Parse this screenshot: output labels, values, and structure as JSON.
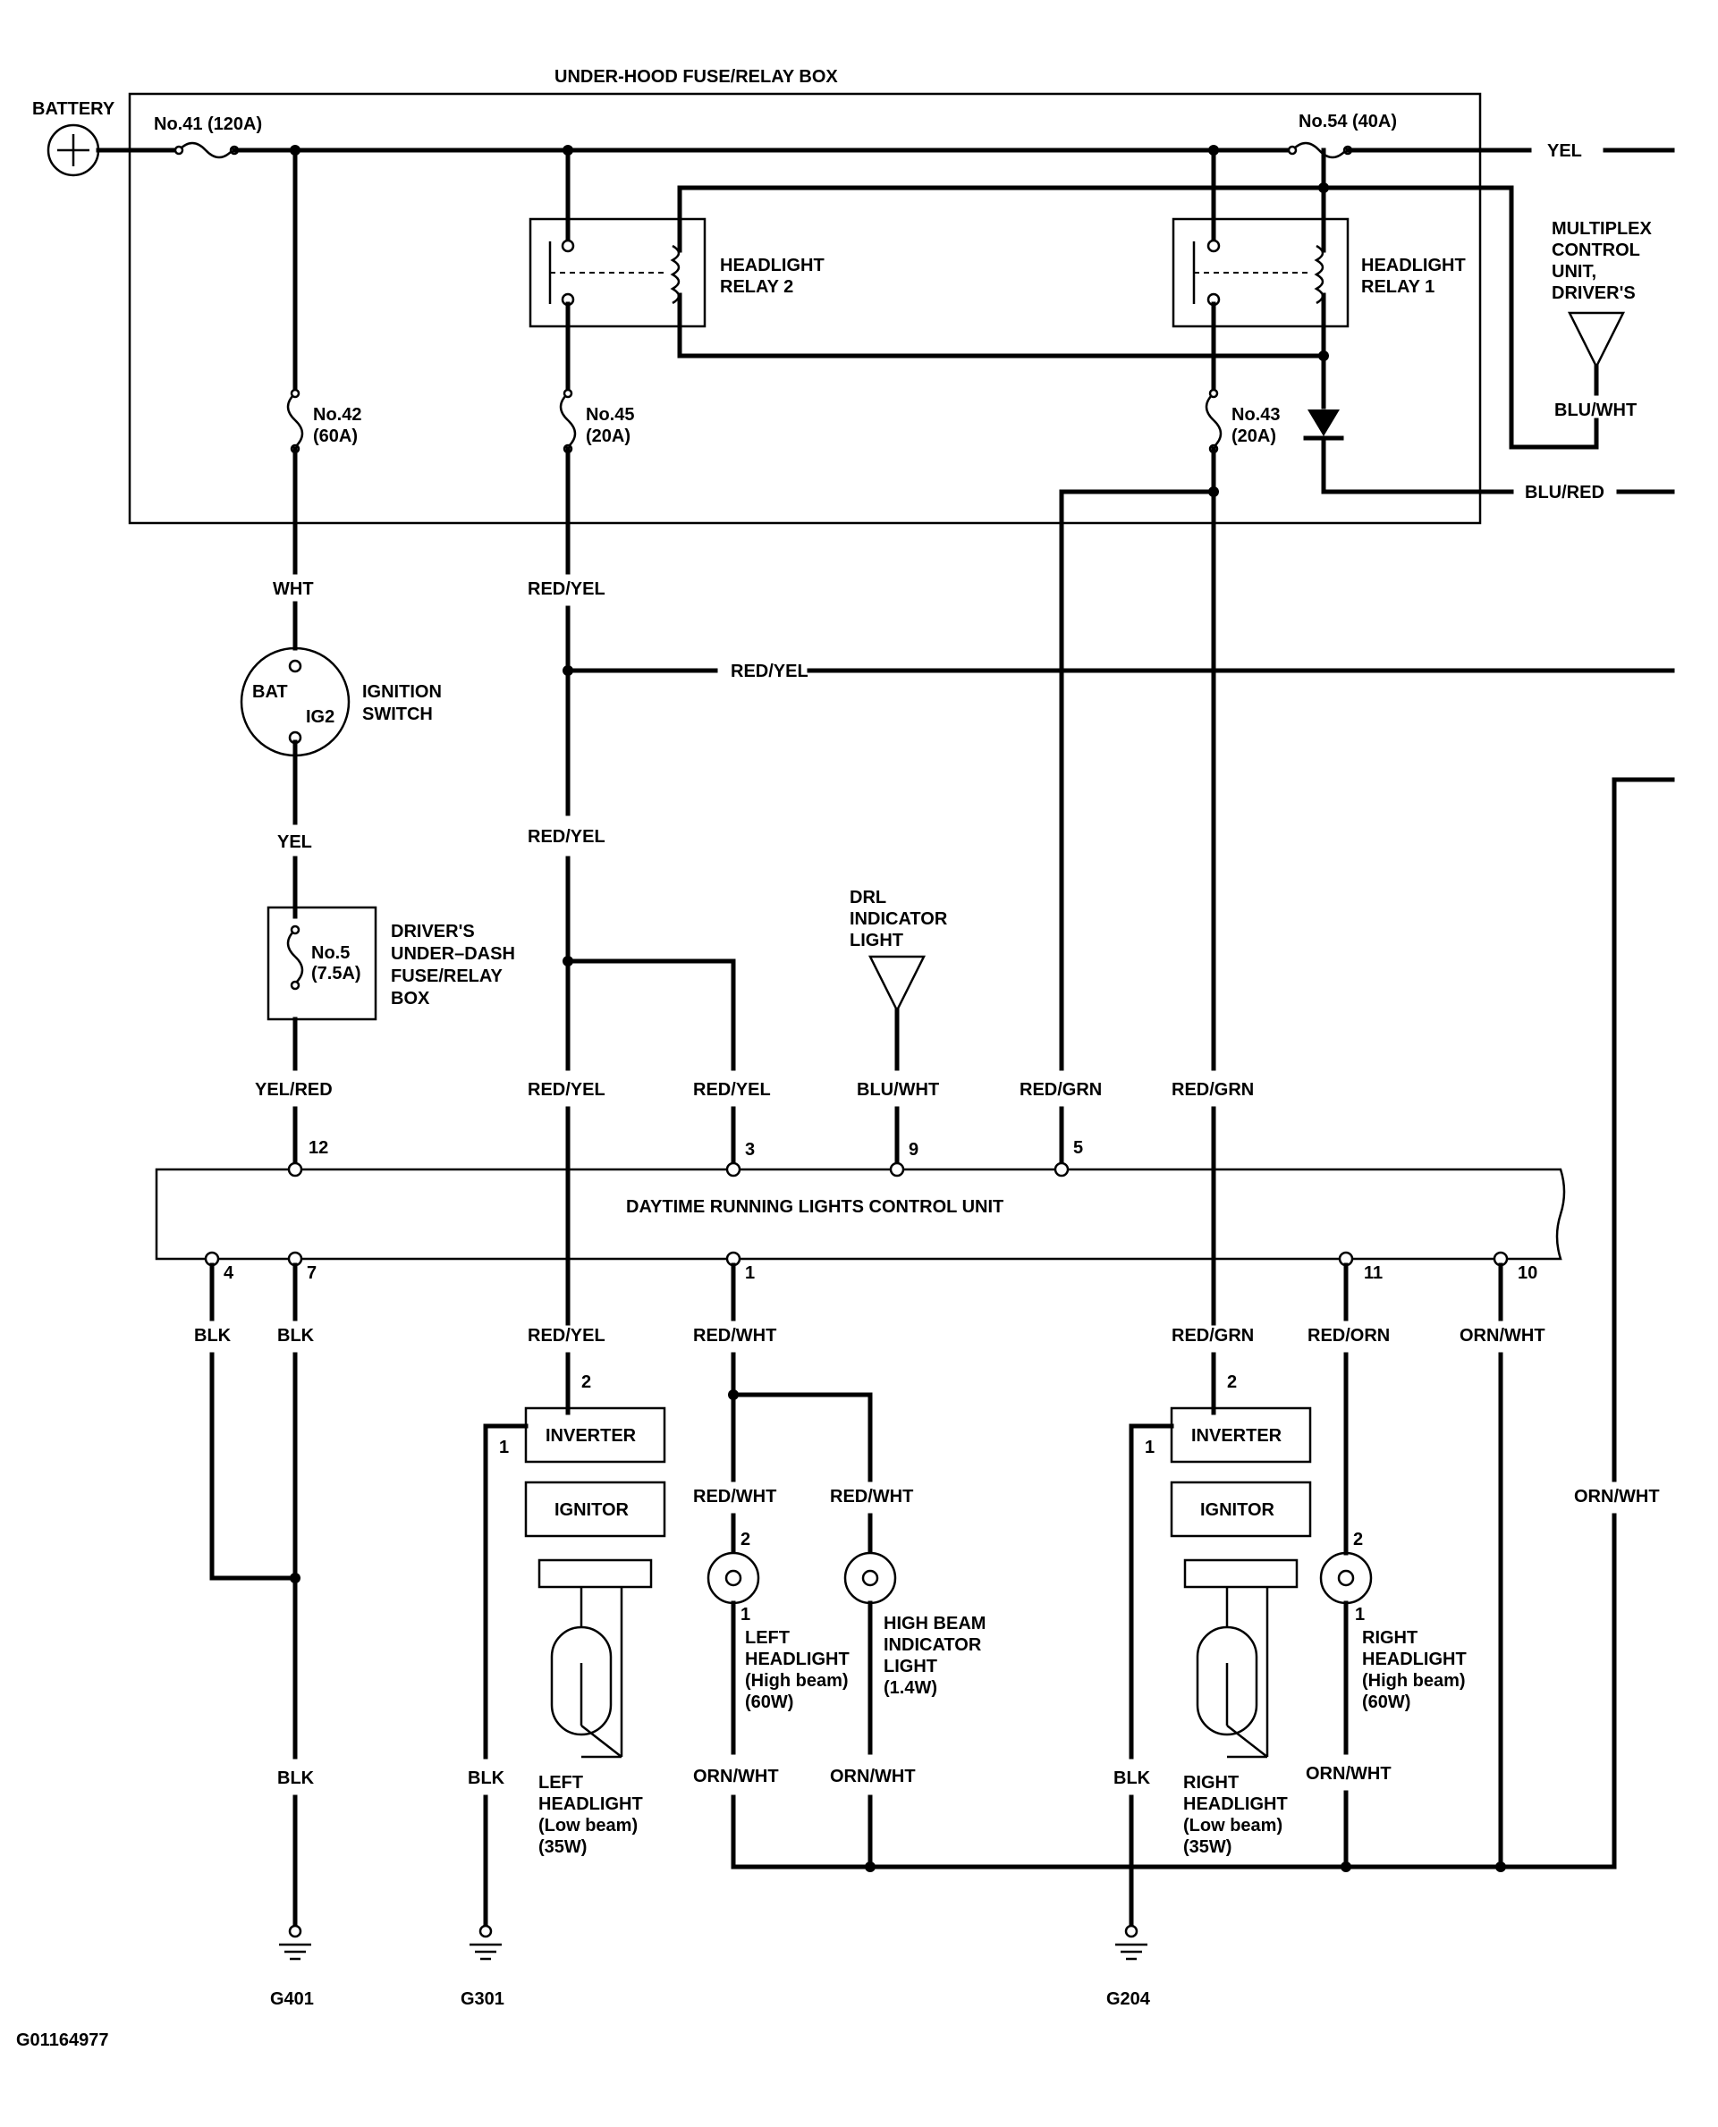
{
  "title": "UNDER-HOOD FUSE/RELAY BOX",
  "battery": "BATTERY",
  "fuses": {
    "f41": "No.41 (120A)",
    "f54": "No.54 (40A)",
    "f42_no": "No.42",
    "f42_a": "(60A)",
    "f45_no": "No.45",
    "f45_a": "(20A)",
    "f43_no": "No.43",
    "f43_a": "(20A)",
    "f5_no": "No.5",
    "f5_a": "(7.5A)"
  },
  "relays": {
    "r2_l1": "HEADLIGHT",
    "r2_l2": "RELAY 2",
    "r1_l1": "HEADLIGHT",
    "r1_l2": "RELAY 1"
  },
  "multiplex": [
    "MULTIPLEX",
    "CONTROL",
    "UNIT,",
    "DRIVER'S"
  ],
  "ignition": {
    "l1": "IGNITION",
    "l2": "SWITCH",
    "bat": "BAT",
    "ig2": "IG2"
  },
  "underdash": [
    "DRIVER'S",
    "UNDER–DASH",
    "FUSE/RELAY",
    "BOX"
  ],
  "drl_indicator": [
    "DRL",
    "INDICATOR",
    "LIGHT"
  ],
  "control_unit": "DAYTIME RUNNING LIGHTS CONTROL UNIT",
  "wires": {
    "yel": "YEL",
    "blu_wht": "BLU/WHT",
    "blu_red": "BLU/RED",
    "wht": "WHT",
    "red_yel": "RED/YEL",
    "yel_red": "YEL/RED",
    "red_grn": "RED/GRN",
    "blk": "BLK",
    "red_wht": "RED/WHT",
    "red_orn": "RED/ORN",
    "orn_wht": "ORN/WHT"
  },
  "pins": {
    "p12": "12",
    "p3": "3",
    "p9": "9",
    "p5": "5",
    "p4": "4",
    "p7": "7",
    "p1": "1",
    "p11": "11",
    "p10": "10",
    "p2": "2",
    "p1b": "1"
  },
  "components": {
    "inverter": "INVERTER",
    "ignitor": "IGNITOR",
    "left_low": [
      "LEFT",
      "HEADLIGHT",
      "(Low beam)",
      "(35W)"
    ],
    "right_low": [
      "RIGHT",
      "HEADLIGHT",
      "(Low beam)",
      "(35W)"
    ],
    "left_high": [
      "LEFT",
      "HEADLIGHT",
      "(High beam)",
      "(60W)"
    ],
    "right_high": [
      "RIGHT",
      "HEADLIGHT",
      "(High beam)",
      "(60W)"
    ],
    "hb_indicator": [
      "HIGH BEAM",
      "INDICATOR",
      "LIGHT",
      "(1.4W)"
    ]
  },
  "grounds": {
    "g401": "G401",
    "g301": "G301",
    "g204": "G204"
  },
  "figure_id": "G01164977"
}
